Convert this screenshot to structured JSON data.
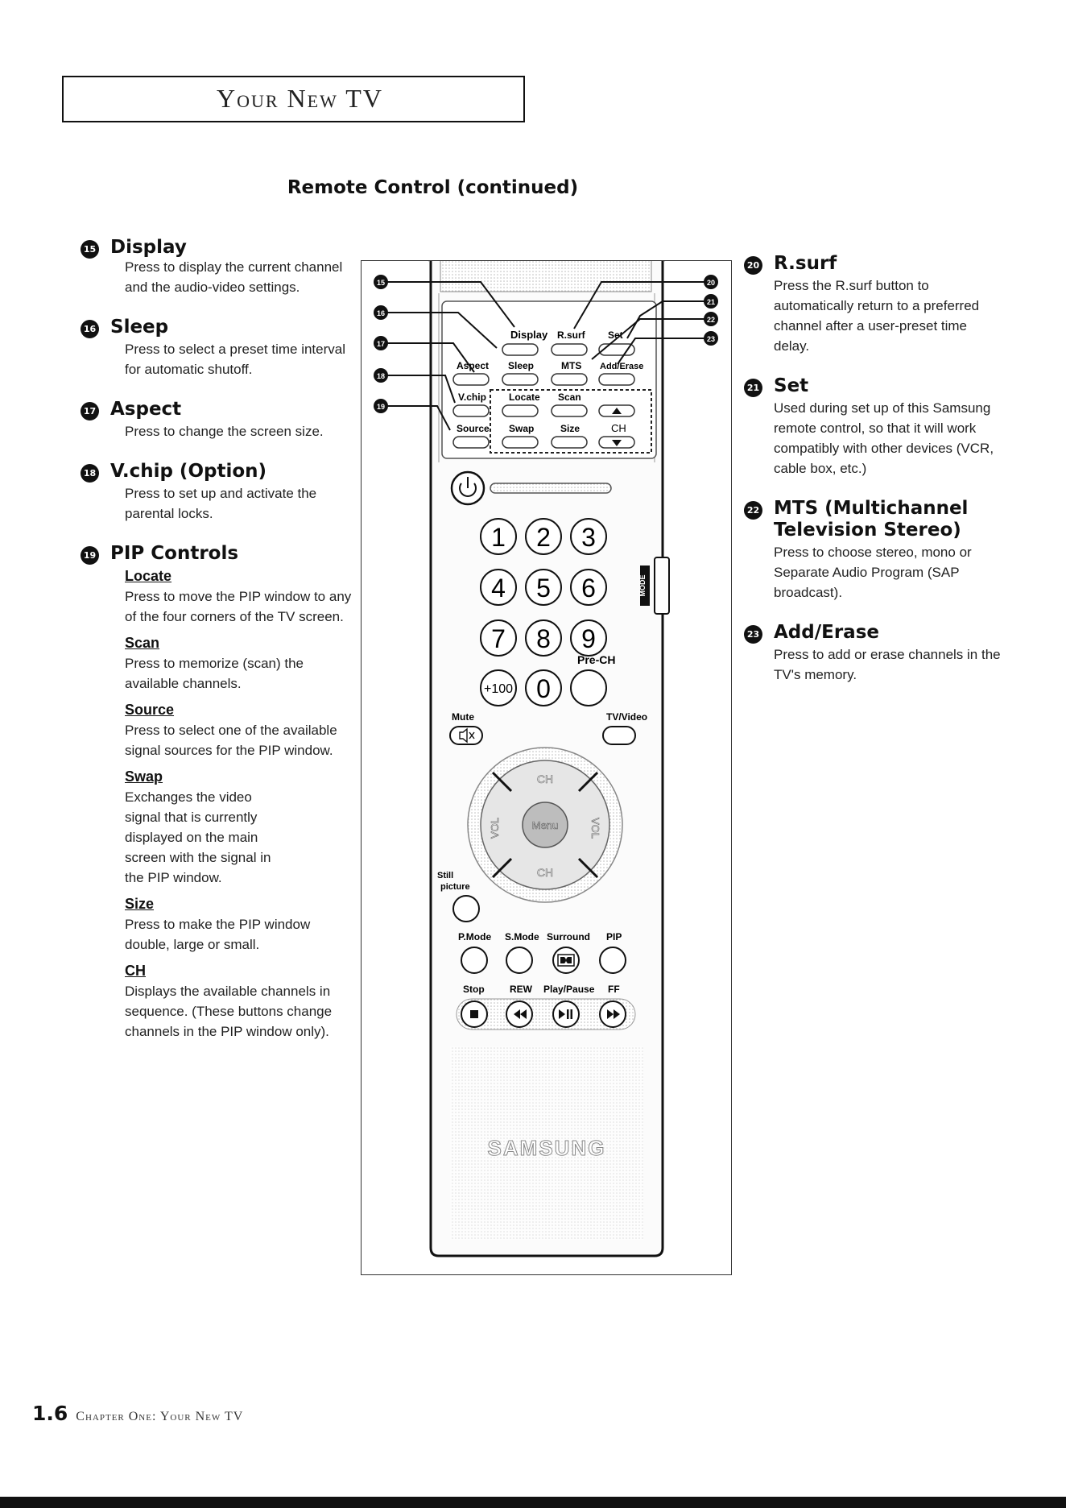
{
  "header": {
    "title": "Your New TV"
  },
  "page_title": "Remote Control (continued)",
  "left_items": [
    {
      "num": "15",
      "title": "Display",
      "body": "Press to display the current channel and the audio-video settings."
    },
    {
      "num": "16",
      "title": "Sleep",
      "body": "Press to select a preset time interval for automatic shutoff."
    },
    {
      "num": "17",
      "title": "Aspect",
      "body": "Press to change the screen size."
    },
    {
      "num": "18",
      "title": "V.chip (Option)",
      "body": "Press to set up and activate the parental locks."
    },
    {
      "num": "19",
      "title": "PIP Controls"
    }
  ],
  "pip_subs": [
    {
      "title": "Locate",
      "body": "Press to move the PIP window to any of the four corners of the TV screen."
    },
    {
      "title": "Scan",
      "body": "Press to memorize (scan) the available channels."
    },
    {
      "title": "Source",
      "body": "Press to select one of the available signal sources for the PIP window."
    },
    {
      "title": "Swap",
      "body": "Exchanges the video signal that is currently displayed on the main screen with the signal in the PIP window."
    },
    {
      "title": "Size",
      "body": "Press to make the PIP window double, large or small."
    },
    {
      "title": "CH",
      "body": "Displays the available channels in sequence. (These buttons change channels in the PIP window only)."
    }
  ],
  "right_items": [
    {
      "num": "20",
      "title": "R.surf",
      "body": "Press the R.surf button to automatically return to a preferred channel after a user-preset time delay."
    },
    {
      "num": "21",
      "title": "Set",
      "body": "Used during set up of this Samsung remote control, so that it will work compatibly with other devices (VCR, cable box, etc.)"
    },
    {
      "num": "22",
      "title": "MTS (Multichannel Television Stereo)",
      "body": "Press to choose stereo, mono or Separate Audio Program (SAP broadcast)."
    },
    {
      "num": "23",
      "title": "Add/Erase",
      "body": "Press to add or erase channels in the TV's memory."
    }
  ],
  "remote": {
    "top_labels": {
      "display": "Display",
      "rsurf": "R.surf",
      "set": "Set",
      "aspect": "Aspect",
      "sleep": "Sleep",
      "mts": "MTS",
      "add_erase": "Add/Erase",
      "vchip": "V.chip",
      "locate": "Locate",
      "scan": "Scan",
      "source": "Source",
      "swap": "Swap",
      "size": "Size",
      "ch": "CH"
    },
    "callouts": {
      "c15": "15",
      "c16": "16",
      "c17": "17",
      "c18": "18",
      "c19": "19",
      "c20": "20",
      "c21": "21",
      "c22": "22",
      "c23": "23"
    },
    "digits": [
      "1",
      "2",
      "3",
      "4",
      "5",
      "6",
      "7",
      "8",
      "9"
    ],
    "plus100": "+100",
    "zero": "0",
    "prech": "Pre-CH",
    "mute": "Mute",
    "tvvideo": "TV/Video",
    "dpad": {
      "ch": "CH",
      "vol": "VOL",
      "menu": "Menu"
    },
    "still_line1": "Still",
    "still_line2": "picture",
    "row1": {
      "pmode": "P.Mode",
      "smode": "S.Mode",
      "surround": "Surround",
      "pip": "PIP"
    },
    "row2": {
      "stop": "Stop",
      "rew": "REW",
      "playpause": "Play/Pause",
      "ff": "FF"
    },
    "side_tab": "MODE",
    "brand": "SAMSUNG"
  },
  "footer": {
    "page_num": "1.6",
    "text": "Chapter One: Your New TV"
  }
}
